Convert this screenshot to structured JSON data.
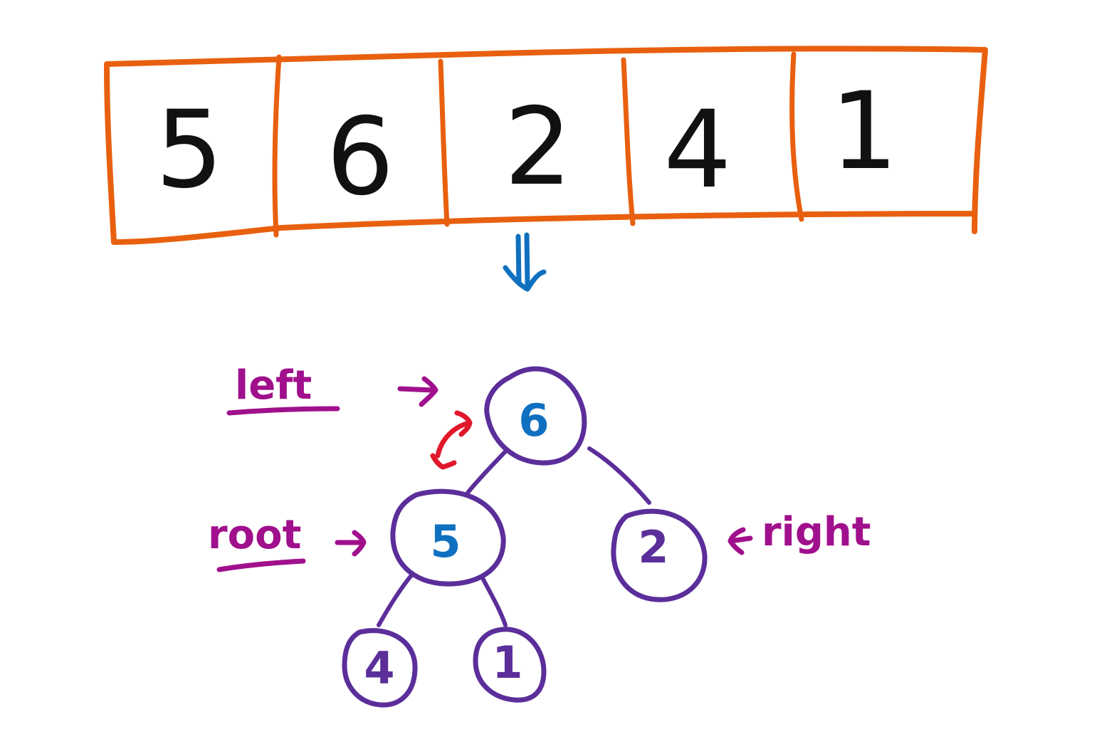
{
  "colors": {
    "array_border": "#E8600F",
    "array_digits": "#111111",
    "arrow_down": "#1070C0",
    "node_outline": "#5B2E9A",
    "node_digit_highlight": "#1070C0",
    "node_digit": "#5B2E9A",
    "label": "#A0108C",
    "swap_arrow": "#E0182A"
  },
  "array": {
    "cells": [
      "5",
      "6",
      "2",
      "4",
      "1"
    ]
  },
  "tree": {
    "nodes": {
      "top": "6",
      "mid_left": "5",
      "mid_right": "2",
      "bottom_left": "4",
      "bottom_right": "1"
    },
    "labels": {
      "left": "left",
      "root": "root",
      "right": "right"
    }
  }
}
